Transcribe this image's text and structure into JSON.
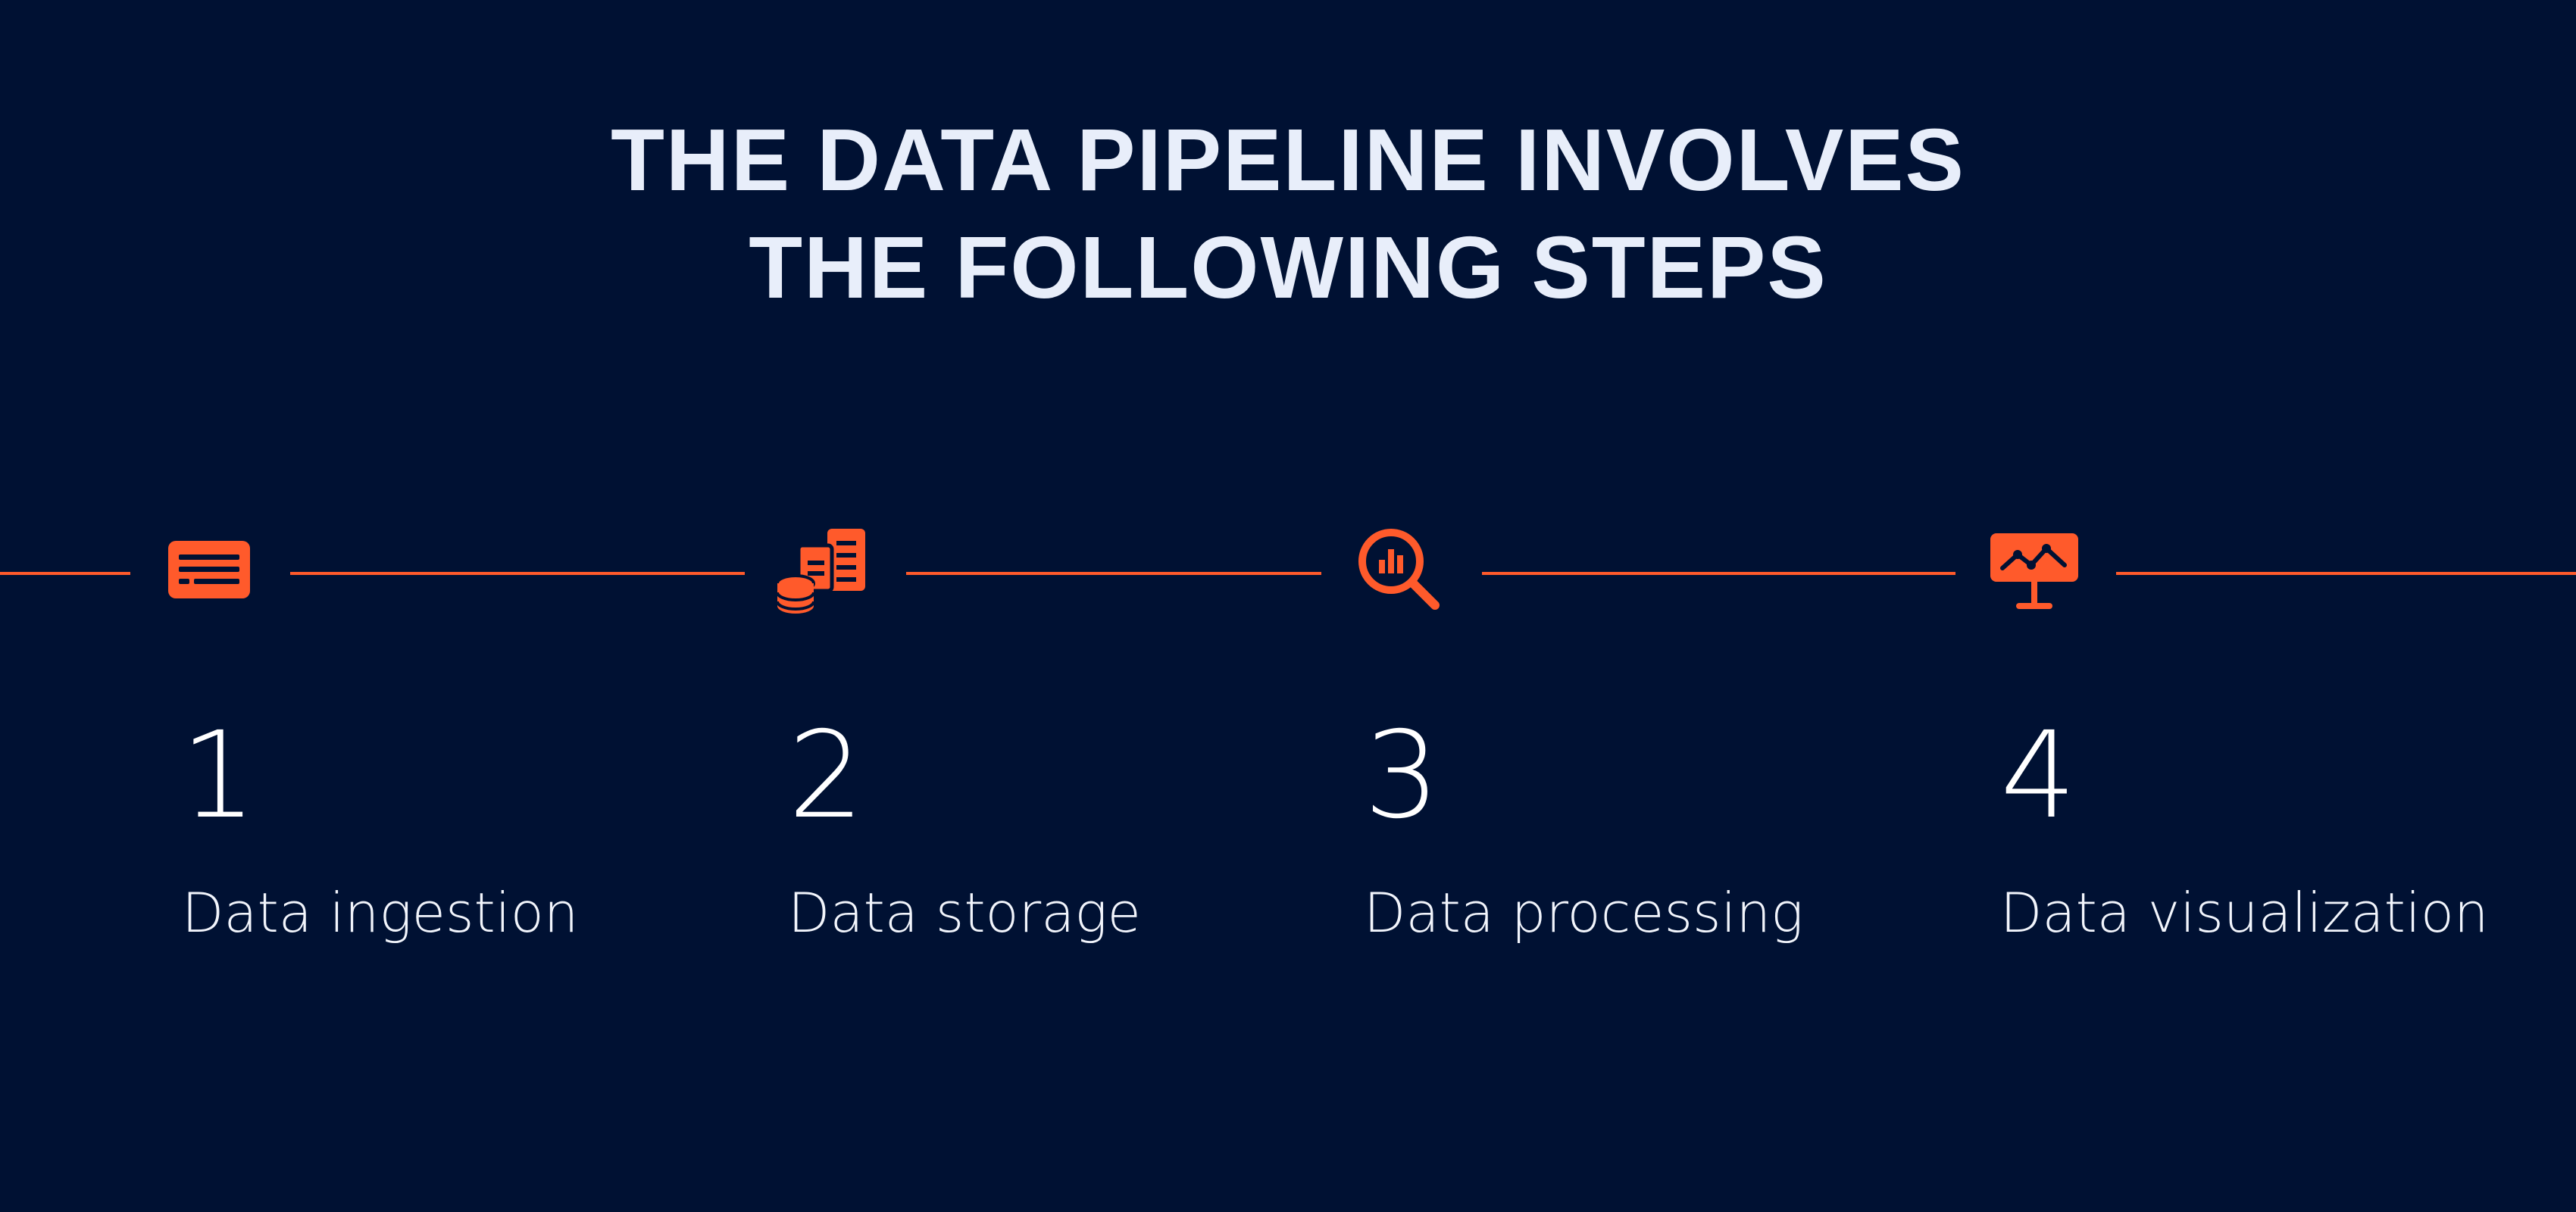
{
  "title": {
    "line1": "THE DATA PIPELINE INVOLVES",
    "line2": "THE FOLLOWING STEPS"
  },
  "colors": {
    "background": "#001133",
    "accent": "#FF5A2B",
    "title_text": "#E8EEFA",
    "body_text": "#FFFFFF"
  },
  "steps": [
    {
      "number": "1",
      "label": "Data ingestion",
      "icon": "keyboard-icon"
    },
    {
      "number": "2",
      "label": "Data storage",
      "icon": "database-icon"
    },
    {
      "number": "3",
      "label": "Data processing",
      "icon": "magnifier-chart-icon"
    },
    {
      "number": "4",
      "label": "Data visualization",
      "icon": "presentation-chart-icon"
    }
  ]
}
